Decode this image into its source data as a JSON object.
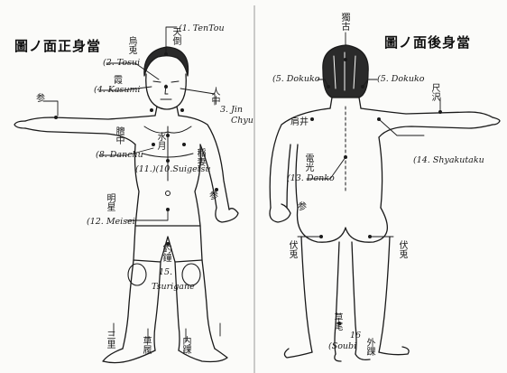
{
  "titles": {
    "front": "圖ノ面正身當",
    "back": "圖ノ面後身當"
  },
  "front_labels": {
    "tentou": "(1. TenTou",
    "tosui": "(2. Tosui",
    "kasumi": "(4. Kasumi",
    "jin": "3. Jin",
    "chyu": "Chyu",
    "danchu": "(8. Danchu",
    "suigetsu": "(11.)(10.Suigetsu",
    "meisei": "(12. Meisei",
    "tsurigane": "Tsurigane",
    "num15": "15."
  },
  "back_labels": {
    "dokuko_left": "(5. Dokuko",
    "dokuko_right": "(5. Dokuko",
    "denko": "(13. Denko",
    "shyakutaku": "(14. Shyakutaku",
    "soubi": "(Soubi",
    "num16": "16"
  },
  "front_kanji": {
    "tentou": "天倒",
    "tosui": "烏兎",
    "kasumi": "霞",
    "jinchu": "人中",
    "shoulder_l": "参",
    "chest_l": "膻中",
    "suigetsu": "水月",
    "ribs": "稲妻",
    "meisei": "明星",
    "hip": "参",
    "tsurigane": "釣鐘",
    "knee_l": "三里",
    "foot_l": "草履",
    "foot_r": "内踝"
  },
  "back_kanji": {
    "head": "獨古",
    "shoulder": "肩井",
    "arm": "尺沢",
    "spine": "電光",
    "waist": "参",
    "thigh_l": "伏兎",
    "thigh_r": "伏兎",
    "soubi": "草尾",
    "ankle": "外踝"
  }
}
